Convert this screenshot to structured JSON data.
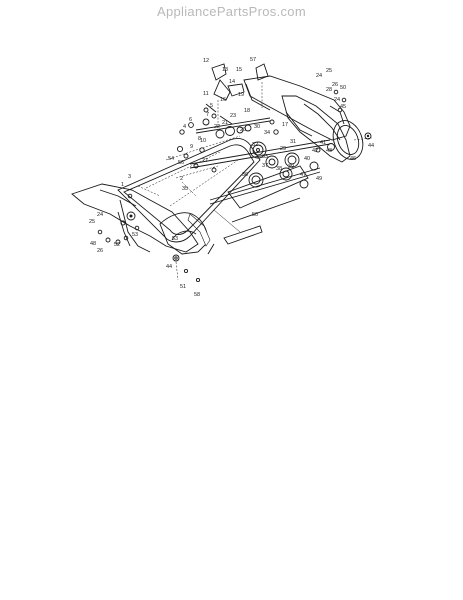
{
  "header": {
    "watermark": "AppliancePartsPros.com"
  },
  "callouts": [
    {
      "id": "c12",
      "text": "12"
    },
    {
      "id": "c13",
      "text": "13"
    },
    {
      "id": "c15",
      "text": "15"
    },
    {
      "id": "c57",
      "text": "57"
    },
    {
      "id": "c14",
      "text": "14"
    },
    {
      "id": "c11",
      "text": "11"
    },
    {
      "id": "c19",
      "text": "19"
    },
    {
      "id": "c5",
      "text": "5"
    },
    {
      "id": "c16",
      "text": "16"
    },
    {
      "id": "c7",
      "text": "7"
    },
    {
      "id": "c23",
      "text": "23"
    },
    {
      "id": "c4",
      "text": "4"
    },
    {
      "id": "c6",
      "text": "6"
    },
    {
      "id": "c18",
      "text": "18"
    },
    {
      "id": "c20",
      "text": "20"
    },
    {
      "id": "c21",
      "text": "21"
    },
    {
      "id": "c22",
      "text": "22"
    },
    {
      "id": "c30",
      "text": "30"
    },
    {
      "id": "c34",
      "text": "34"
    },
    {
      "id": "c32",
      "text": "32"
    },
    {
      "id": "c33",
      "text": "33"
    },
    {
      "id": "c17",
      "text": "17"
    },
    {
      "id": "c31",
      "text": "31"
    },
    {
      "id": "c29",
      "text": "29"
    },
    {
      "id": "c24a",
      "text": "24"
    },
    {
      "id": "c25a",
      "text": "25"
    },
    {
      "id": "c50",
      "text": "50"
    },
    {
      "id": "c28",
      "text": "28"
    },
    {
      "id": "c26a",
      "text": "26"
    },
    {
      "id": "c24b",
      "text": "24"
    },
    {
      "id": "c45",
      "text": "45"
    },
    {
      "id": "c44a",
      "text": "44"
    },
    {
      "id": "c46",
      "text": "46"
    },
    {
      "id": "c41",
      "text": "41"
    },
    {
      "id": "c42",
      "text": "42"
    },
    {
      "id": "c43",
      "text": "43"
    },
    {
      "id": "c27",
      "text": "27"
    },
    {
      "id": "c36",
      "text": "36"
    },
    {
      "id": "c37",
      "text": "37"
    },
    {
      "id": "c38",
      "text": "38"
    },
    {
      "id": "c39",
      "text": "39"
    },
    {
      "id": "c40",
      "text": "40"
    },
    {
      "id": "c47",
      "text": "47"
    },
    {
      "id": "c49",
      "text": "49"
    },
    {
      "id": "c3",
      "text": "3"
    },
    {
      "id": "c1",
      "text": "1"
    },
    {
      "id": "c2",
      "text": "2"
    },
    {
      "id": "c35",
      "text": "35"
    },
    {
      "id": "c8",
      "text": "8"
    },
    {
      "id": "c9",
      "text": "9"
    },
    {
      "id": "c10",
      "text": "10"
    },
    {
      "id": "c54",
      "text": "54"
    },
    {
      "id": "c56",
      "text": "56"
    },
    {
      "id": "c25b",
      "text": "25"
    },
    {
      "id": "c24c",
      "text": "24"
    },
    {
      "id": "c48",
      "text": "48"
    },
    {
      "id": "c52",
      "text": "52"
    },
    {
      "id": "c53a",
      "text": "53"
    },
    {
      "id": "c26b",
      "text": "26"
    },
    {
      "id": "c44b",
      "text": "44"
    },
    {
      "id": "c53b",
      "text": "53"
    },
    {
      "id": "c51",
      "text": "51"
    },
    {
      "id": "c58",
      "text": "58"
    },
    {
      "id": "c50b",
      "text": "50"
    }
  ]
}
